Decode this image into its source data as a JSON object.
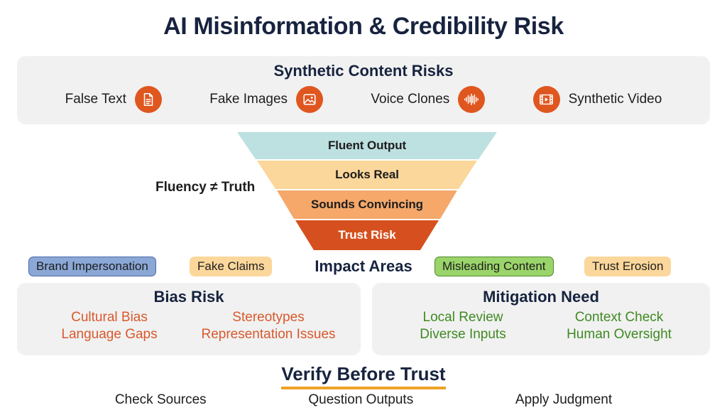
{
  "title": "AI Misinformation & Credibility Risk",
  "synthetic": {
    "heading": "Synthetic Content Risks",
    "items": [
      {
        "label": "False Text",
        "icon": "document-icon",
        "icon_side": "right"
      },
      {
        "label": "Fake Images",
        "icon": "image-icon",
        "icon_side": "right"
      },
      {
        "label": "Voice Clones",
        "icon": "waveform-icon",
        "icon_side": "right"
      },
      {
        "label": "Synthetic Video",
        "icon": "film-play-icon",
        "icon_side": "left"
      }
    ],
    "icon_color": "#e0561f",
    "card_bg": "#f1f1f1"
  },
  "funnel": {
    "note": "Fluency ≠ Truth",
    "stages": [
      {
        "label": "Fluent Output",
        "color": "#bde0e0",
        "text_color": "#1d1d1d"
      },
      {
        "label": "Looks Real",
        "color": "#fbd79b",
        "text_color": "#1d1d1d"
      },
      {
        "label": "Sounds Convincing",
        "color": "#f5a86a",
        "text_color": "#1d1d1d"
      },
      {
        "label": "Trust Risk",
        "color": "#d6501f",
        "text_color": "#ffffff"
      }
    ]
  },
  "impact": {
    "heading": "Impact Areas",
    "badges": [
      {
        "label": "Brand Impersonation",
        "bg": "#8aa7d6",
        "border": "#4a6aa8"
      },
      {
        "label": "Fake Claims",
        "bg": "#fbd79b",
        "border": "none"
      },
      {
        "label": "Misleading Content",
        "bg": "#9ad46a",
        "border": "#4f8a28"
      },
      {
        "label": "Trust Erosion",
        "bg": "#fbd79b",
        "border": "none"
      }
    ]
  },
  "bias": {
    "heading": "Bias Risk",
    "color": "#d9592c",
    "items": [
      "Cultural Bias",
      "Stereotypes",
      "Language Gaps",
      "Representation Issues"
    ]
  },
  "mitigation": {
    "heading": "Mitigation Need",
    "color": "#3f8a22",
    "items": [
      "Local Review",
      "Context Check",
      "Diverse Inputs",
      "Human Oversight"
    ]
  },
  "footer": {
    "title": "Verify Before Trust",
    "underline_color": "#eda227",
    "items": [
      "Check Sources",
      "Question Outputs",
      "Apply Judgment"
    ]
  }
}
